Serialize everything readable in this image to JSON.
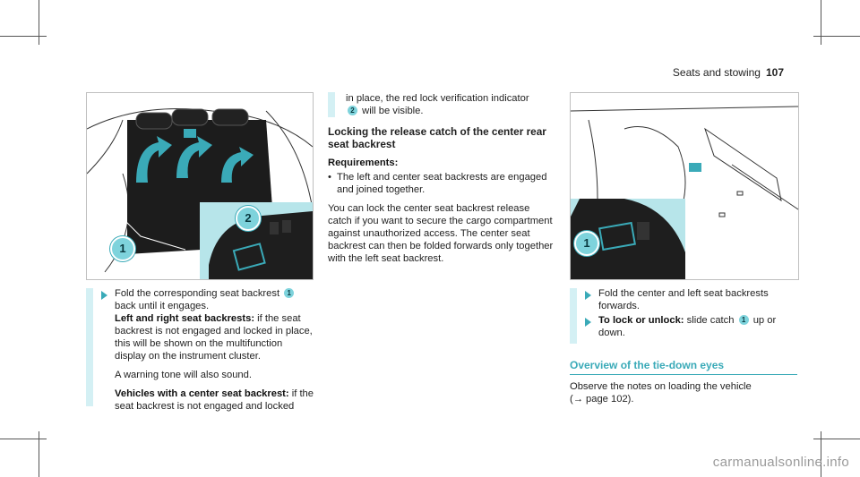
{
  "header": {
    "section": "Seats and stowing",
    "page_number": "107"
  },
  "figure1": {
    "callouts": [
      "1",
      "2"
    ]
  },
  "figure2": {
    "callouts": [
      "1"
    ]
  },
  "col1": {
    "step1_a": "Fold the corresponding seat backrest",
    "step1_b": "back until it engages.",
    "lr_heading": "Left and right seat backrests:",
    "lr_text": " if the seat backrest is not engaged and locked in place, this will be shown on the multifunction display on the instrument cluster.",
    "warning_tone": "A warning tone will also sound.",
    "center_heading": "Vehicles with a center seat backrest:",
    "center_text": " if the seat backrest is not engaged and locked"
  },
  "col2": {
    "cont_a": "in place, the red lock verification indicator",
    "cont_b": "will be visible.",
    "heading": "Locking the release catch of the center rear seat backrest",
    "req_heading": "Requirements:",
    "req_item": "The left and center seat backrests are engaged and joined together.",
    "body": "You can lock the center seat backrest release catch if you want to secure the cargo compartment against unauthorized access. The center seat backrest can then be folded forwards only together with the left seat backrest."
  },
  "col3": {
    "step1": "Fold the center and left seat backrests forwards.",
    "step2_heading": "To lock or unlock:",
    "step2_a": " slide catch",
    "step2_b": " up or down.",
    "section_title": "Overview of the tie-down eyes",
    "observe_a": "Observe the notes on loading the vehicle",
    "observe_b": "(→ page 102)."
  },
  "badges": {
    "one": "1",
    "two": "2"
  },
  "watermark": "carmanualsonline.info"
}
